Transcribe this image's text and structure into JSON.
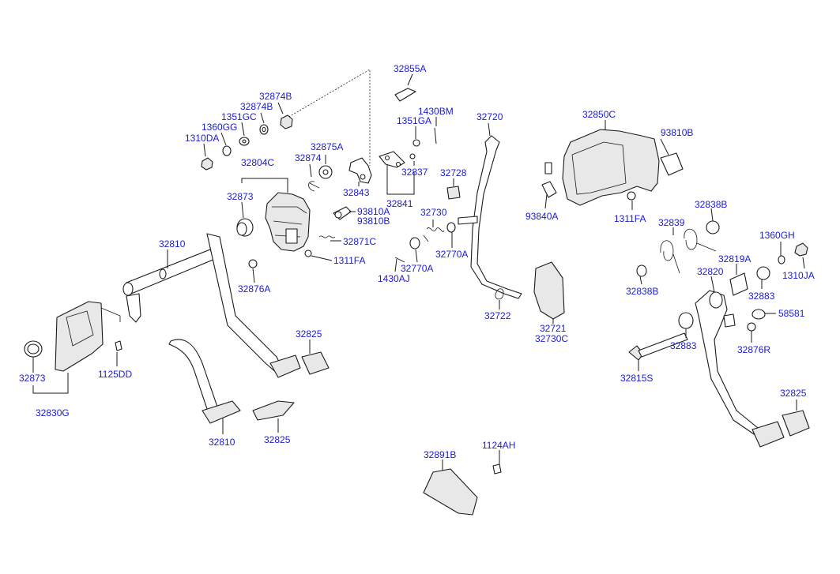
{
  "labels": {
    "l_32855A": "32855A",
    "l_32874B_a": "32874B",
    "l_32874B_b": "32874B",
    "l_1351GC": "1351GC",
    "l_1360GG": "1360GG",
    "l_1310DA": "1310DA",
    "l_32875A": "32875A",
    "l_32874": "32874",
    "l_32804C": "32804C",
    "l_32873_top": "32873",
    "l_32843": "32843",
    "l_1430BM": "1430BM",
    "l_1351GA": "1351GA",
    "l_32837": "32837",
    "l_32841": "32841",
    "l_32728": "32728",
    "l_32720": "32720",
    "l_93810A": "93810A",
    "l_93810B_a": "93810B",
    "l_32730": "32730",
    "l_32871C": "32871C",
    "l_1311FA_a": "1311FA",
    "l_32770A_a": "32770A",
    "l_32770A_b": "32770A",
    "l_1430AJ": "1430AJ",
    "l_32810_top": "32810",
    "l_32876A": "32876A",
    "l_32825_a": "32825",
    "l_32873_left": "32873",
    "l_1125DD": "1125DD",
    "l_32830G": "32830G",
    "l_32810_bot": "32810",
    "l_32825_b": "32825",
    "l_32722": "32722",
    "l_32721": "32721",
    "l_32730C": "32730C",
    "l_32850C": "32850C",
    "l_93810B_b": "93810B",
    "l_93840A": "93840A",
    "l_1311FA_b": "1311FA",
    "l_32838B_a": "32838B",
    "l_32839": "32839",
    "l_1360GH": "1360GH",
    "l_32819A": "32819A",
    "l_32820": "32820",
    "l_1310JA": "1310JA",
    "l_32838B_b": "32838B",
    "l_32883_a": "32883",
    "l_58581": "58581",
    "l_32883_b": "32883",
    "l_32876R": "32876R",
    "l_32815S": "32815S",
    "l_32825_c": "32825",
    "l_32891B": "32891B",
    "l_1124AH": "1124AH"
  },
  "colors": {
    "label": "#1a1ad8",
    "line": "#1a1a1a",
    "background": "#ffffff"
  }
}
